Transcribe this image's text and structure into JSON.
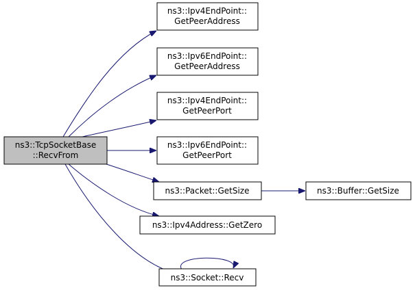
{
  "graph": {
    "nodes": {
      "root": {
        "line1": "ns3::TcpSocketBase",
        "line2": "::RecvFrom"
      },
      "ipv4_get_peer_address": {
        "line1": "ns3::Ipv4EndPoint::",
        "line2": "GetPeerAddress"
      },
      "ipv6_get_peer_address": {
        "line1": "ns3::Ipv6EndPoint::",
        "line2": "GetPeerAddress"
      },
      "ipv4_get_peer_port": {
        "line1": "ns3::Ipv4EndPoint::",
        "line2": "GetPeerPort"
      },
      "ipv6_get_peer_port": {
        "line1": "ns3::Ipv6EndPoint::",
        "line2": "GetPeerPort"
      },
      "packet_get_size": {
        "line1": "ns3::Packet::GetSize"
      },
      "buffer_get_size": {
        "line1": "ns3::Buffer::GetSize"
      },
      "ipv4_address_get_zero": {
        "line1": "ns3::Ipv4Address::GetZero"
      },
      "socket_recv": {
        "line1": "ns3::Socket::Recv"
      }
    },
    "colors": {
      "edge": "#191970",
      "root_fill": "#bfbfbf",
      "node_fill": "#ffffff",
      "node_border": "#000000"
    }
  }
}
